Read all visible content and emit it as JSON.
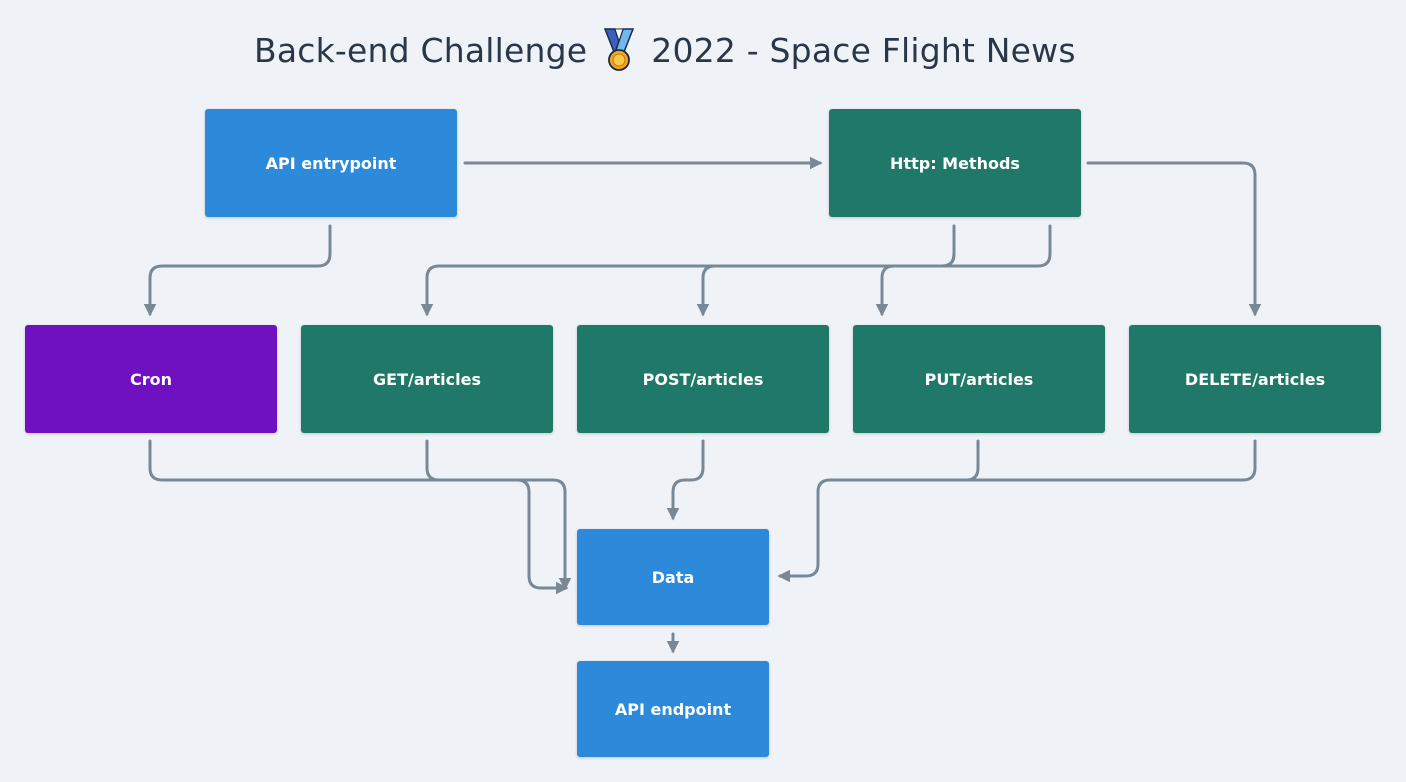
{
  "title": {
    "text_before": "Back-end Challenge",
    "text_after": "2022 - Space Flight News",
    "icon": "medal-icon"
  },
  "colors": {
    "background": "#eff3f7",
    "blue": "#2d89da",
    "green": "#207968",
    "purple": "#6f10c1",
    "edge": "#7a8896"
  },
  "nodes": {
    "api_entrypoint": "API entrypoint",
    "http_methods": "Http: Methods",
    "cron": "Cron",
    "get_articles": "GET/articles",
    "post_articles": "POST/articles",
    "put_articles": "PUT/articles",
    "delete_articles": "DELETE/articles",
    "data": "Data",
    "api_endpoint": "API endpoint"
  },
  "edges": [
    {
      "from": "API entrypoint",
      "to": "Http: Methods"
    },
    {
      "from": "API entrypoint",
      "to": "Cron"
    },
    {
      "from": "Http: Methods",
      "to": "GET/articles"
    },
    {
      "from": "Http: Methods",
      "to": "POST/articles"
    },
    {
      "from": "Http: Methods",
      "to": "PUT/articles"
    },
    {
      "from": "Http: Methods",
      "to": "DELETE/articles"
    },
    {
      "from": "Cron",
      "to": "Data"
    },
    {
      "from": "GET/articles",
      "to": "Data"
    },
    {
      "from": "POST/articles",
      "to": "Data"
    },
    {
      "from": "PUT/articles",
      "to": "Data"
    },
    {
      "from": "DELETE/articles",
      "to": "Data"
    },
    {
      "from": "Data",
      "to": "API endpoint"
    }
  ]
}
